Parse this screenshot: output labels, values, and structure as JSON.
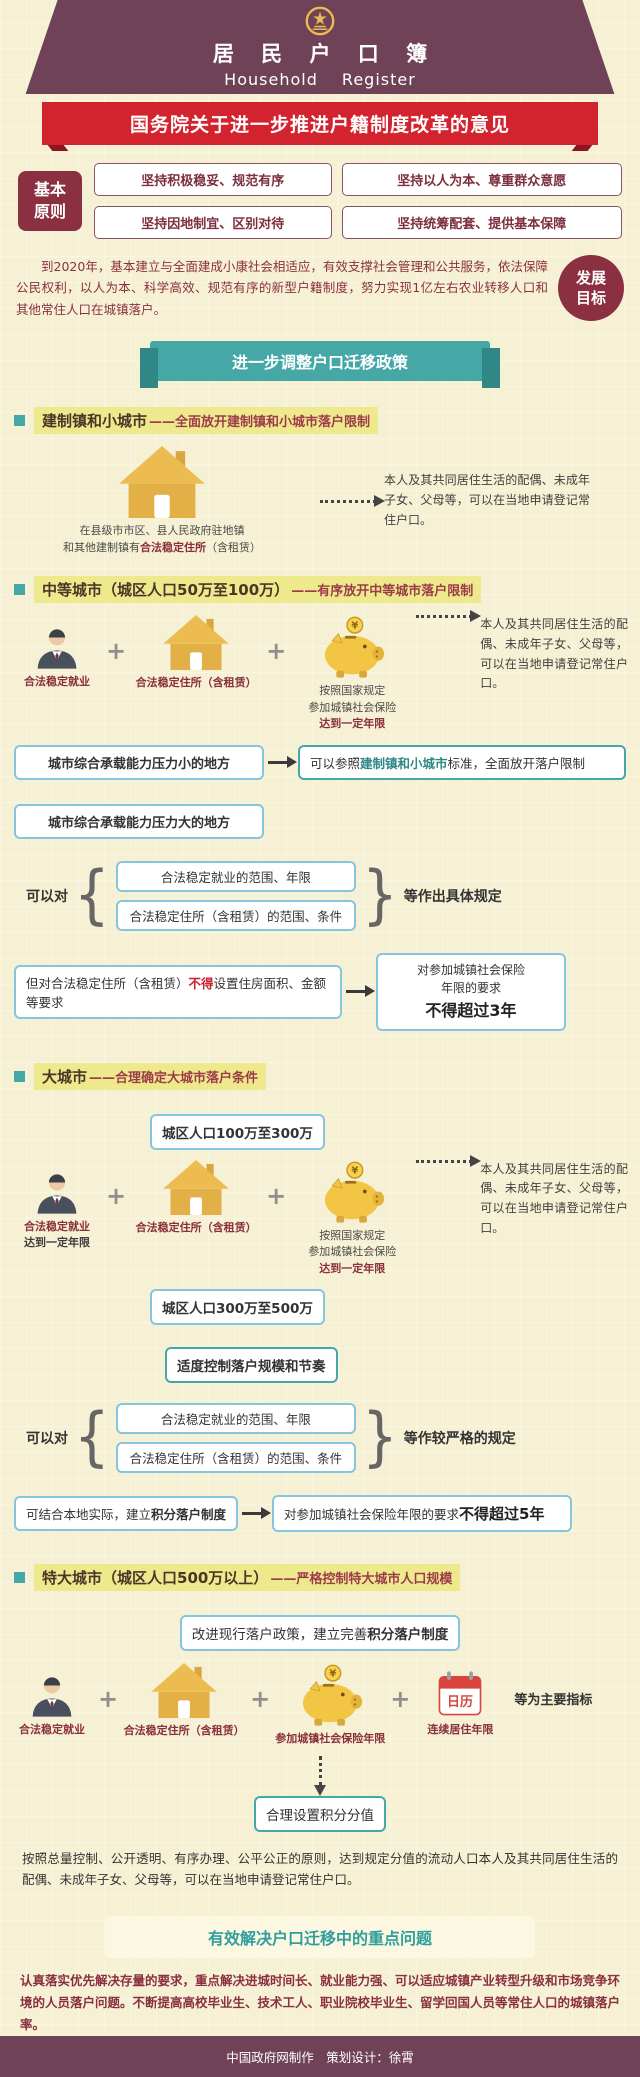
{
  "header": {
    "title_cn": "居 民 户 口 簿",
    "title_en": "Household Register"
  },
  "red_banner": "国务院关于进一步推进户籍制度改革的意见",
  "principles": {
    "badge_l1": "基本",
    "badge_l2": "原则",
    "items": [
      "坚持积极稳妥、规范有序",
      "坚持以人为本、尊重群众意愿",
      "坚持因地制宜、区别对待",
      "坚持统筹配套、提供基本保障"
    ]
  },
  "goals": {
    "badge_l1": "发展",
    "badge_l2": "目标",
    "text": "到2020年，基本建立与全面建成小康社会相适应，有效支撑社会管理和公共服务，依法保障公民权利，以人为本、科学高效、规范有序的新型户籍制度，努力实现1亿左右农业转移人口和其他常住人口在城镇落户。"
  },
  "policy_banner": "进一步调整户口迁移政策",
  "result_text": "本人及其共同居住生活的配偶、未成年子女、父母等，可以在当地申请登记常住户口。",
  "shared": {
    "plus": "+",
    "brace_open": "{",
    "brace_close": "}"
  },
  "s1": {
    "title": "建制镇和小城市",
    "dash": "——全面放开建制镇和小城市落户限制",
    "caption1": "在县级市市区、县人民政府驻地镇",
    "caption2_pre": "和其他建制镇有",
    "caption2_bold": "合法稳定住所",
    "caption2_post": "（含租赁）"
  },
  "s2": {
    "title": "中等城市（城区人口50万至100万）",
    "dash": "——有序放开中等城市落户限制",
    "job": "合法稳定就业",
    "house": "合法稳定住所（含租赁）",
    "ins1": "按照国家规定",
    "ins2": "参加城镇社会保险",
    "ins3": "达到一定年限",
    "low": "城市综合承载能力压力小的地方",
    "low_result_pre": "可以参照",
    "low_result_bold": "建制镇和小城市",
    "low_result_post": "标准，全面放开落户限制",
    "high": "城市综合承载能力压力大的地方",
    "can_prefix": "可以对",
    "b1": "合法稳定就业的范围、年限",
    "b2": "合法稳定住所（含租赁）的范围、条件",
    "can_suffix": "等作出具体规定",
    "but_pre": "但对合法稳定住所（含租赁）",
    "but_bold": "不得",
    "but_post": "设置住房面积、金额等要求",
    "limit_l1": "对参加城镇社会保险",
    "limit_l2": "年限的要求",
    "limit_bold": "不得超过3年"
  },
  "s3": {
    "title": "大城市",
    "dash": "——合理确定大城市落户条件",
    "pop1": "城区人口100万至300万",
    "job1": "合法稳定就业",
    "job2": "达到一定年限",
    "house": "合法稳定住所（含租赁）",
    "ins1": "按照国家规定",
    "ins2": "参加城镇社会保险",
    "ins3": "达到一定年限",
    "pop2": "城区人口300万至500万",
    "control": "适度控制落户规模和节奏",
    "can_prefix": "可以对",
    "b1": "合法稳定就业的范围、年限",
    "b2": "合法稳定住所（含租赁）的范围、条件",
    "can_suffix": "等作较严格的规定",
    "points_pre": "可结合本地实际，建立",
    "points_bold": "积分落户制度",
    "limit_pre": "对参加城镇社会保险年限的要求",
    "limit_bold": "不得超过5年"
  },
  "s4": {
    "title": "特大城市（城区人口500万以上）",
    "dash": "——严格控制特大城市人口规模",
    "improve_pre": "改进现行落户政策，建立完善",
    "improve_bold": "积分落户制度",
    "job": "合法稳定就业",
    "house": "合法稳定住所（含租赁）",
    "ins": "参加城镇社会保险年限",
    "stay": "连续居住年限",
    "calendar_label": "日历",
    "suffix": "等为主要指标",
    "score": "合理设置积分分值",
    "para": "按照总量控制、公开透明、有序办理、公平公正的原则，达到规定分值的流动人口本人及其共同居住生活的配偶、未成年子女、父母等，可以在当地申请登记常住户口。"
  },
  "final": {
    "banner": "有效解决户口迁移中的重点问题",
    "para": "认真落实优先解决存量的要求，重点解决进城时间长、就业能力强、可以适应城镇产业转型升级和市场竞争环境的人员落户问题。不断提高高校毕业生、技术工人、职业院校毕业生、留学回国人员等常住人口的城镇落户率。"
  },
  "footer_text": "中国政府网制作　策划设计：徐霄",
  "colors": {
    "maroon": "#6f4257",
    "red": "#d2232e",
    "teal": "#45a8a7",
    "gold": "#ecbc50",
    "blue_border": "#86c5df",
    "background": "#f6f1d4"
  }
}
